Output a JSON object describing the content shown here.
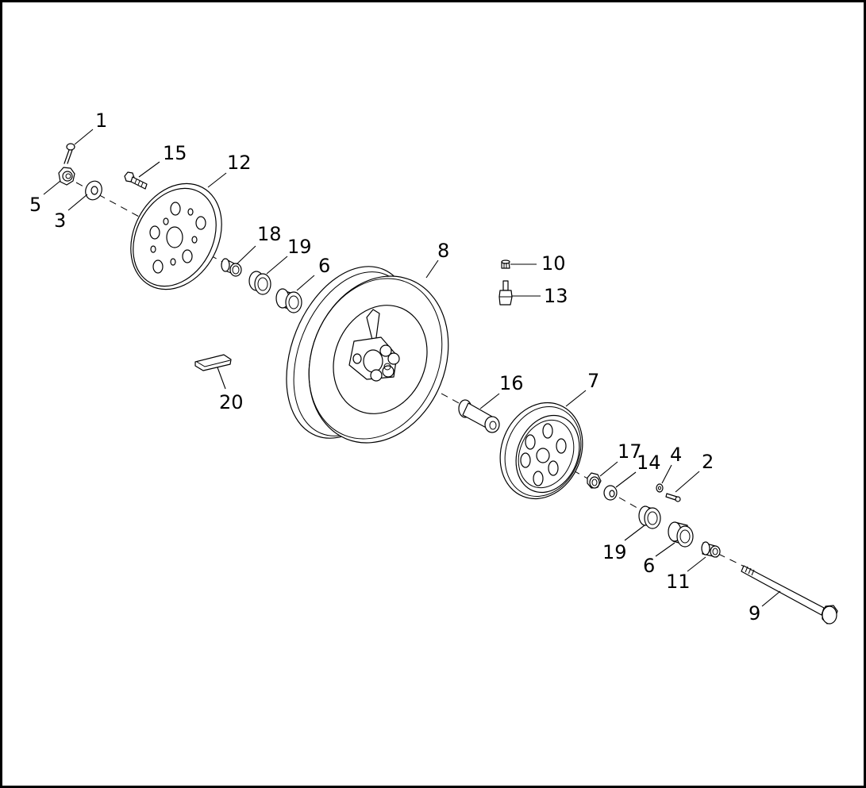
{
  "diagram": {
    "callouts": [
      {
        "id": "1",
        "label": "1"
      },
      {
        "id": "2",
        "label": "2"
      },
      {
        "id": "3",
        "label": "3"
      },
      {
        "id": "4",
        "label": "4"
      },
      {
        "id": "5",
        "label": "5"
      },
      {
        "id": "6a",
        "label": "6"
      },
      {
        "id": "6b",
        "label": "6"
      },
      {
        "id": "7",
        "label": "7"
      },
      {
        "id": "8",
        "label": "8"
      },
      {
        "id": "9",
        "label": "9"
      },
      {
        "id": "10",
        "label": "10"
      },
      {
        "id": "11",
        "label": "11"
      },
      {
        "id": "12",
        "label": "12"
      },
      {
        "id": "13",
        "label": "13"
      },
      {
        "id": "14",
        "label": "14"
      },
      {
        "id": "15",
        "label": "15"
      },
      {
        "id": "16",
        "label": "16"
      },
      {
        "id": "17",
        "label": "17"
      },
      {
        "id": "18",
        "label": "18"
      },
      {
        "id": "19a",
        "label": "19"
      },
      {
        "id": "19b",
        "label": "19"
      },
      {
        "id": "20",
        "label": "20"
      }
    ]
  }
}
